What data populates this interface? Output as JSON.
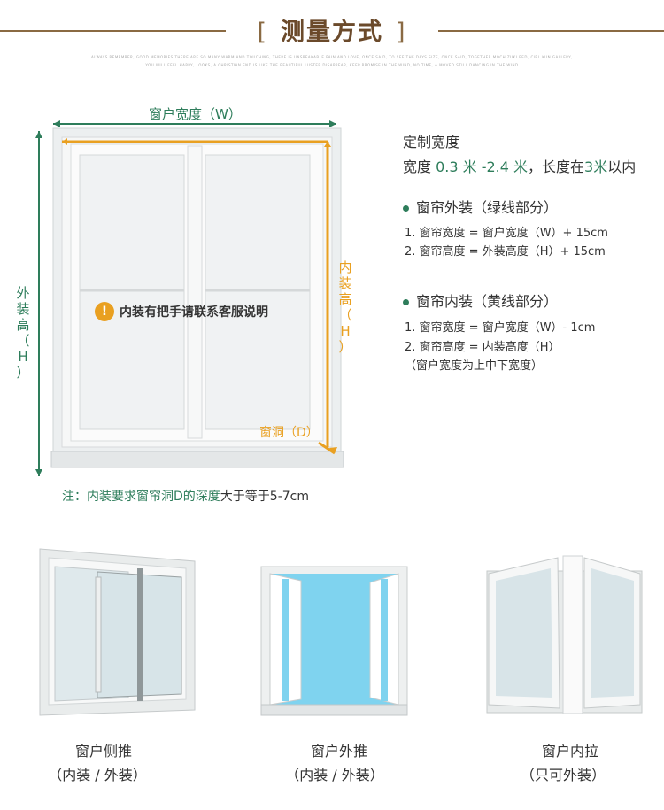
{
  "header": {
    "title": "测量方式",
    "bracket_left": "[",
    "bracket_right": "]",
    "tagline_1": "ALWAYS REMEMBER, GOOD MEMORIES THERE ARE SO MANY WARM AND TOUCHING, THERE IS UNSPEAKABLE PAIN AND LOVE, ONCE SAID, TO SEE THE DAYS SIZE, ONCE SAID, TOGETHER MOCHIZUKI BED, CIRL KUN GALLERY,",
    "tagline_2": "YOU WILL FEEL HAPPY, LOOKS, A CHRISTIAN END IS LIKE THE BEAUTIFUL LUSTER DISAPPEAR, KEEP PROMISE IN THE WIND, NO TIME, A MOVED STILL DANCING IN THE WIND"
  },
  "diagram": {
    "width_label": "窗户宽度（W）",
    "outer_height_label": [
      "外",
      "装",
      "高",
      "（",
      "H",
      "）"
    ],
    "inner_height_label": [
      "内",
      "装",
      "高",
      "（",
      "H",
      "）"
    ],
    "hole_label": "窗洞（D）",
    "warning_icon": "!",
    "warning_text": "内装有把手请联系客服说明",
    "note_prefix": "注：内装要求窗帘洞D的",
    "note_highlight": "深度",
    "note_suffix": "大于等于5-7cm"
  },
  "spec": {
    "custom_width_title": "定制宽度",
    "width_prefix": "宽度 ",
    "width_range": "0.3 米 -2.4 米",
    "width_mid": "，长度在",
    "length_value": "3米",
    "width_suffix": "以内",
    "outer_title": "窗帘外装（绿线部分）",
    "outer_line1": "1. 窗帘宽度 = 窗户宽度（W）+ 15cm",
    "outer_line2": "2. 窗帘高度 = 外装高度（H）+ 15cm",
    "inner_title": "窗帘内装（黄线部分）",
    "inner_line1": "1. 窗帘宽度 = 窗户宽度（W）- 1cm",
    "inner_line2": "2. 窗帘高度 = 内装高度（H）",
    "inner_line3": "（窗户宽度为上中下宽度）"
  },
  "windows": [
    {
      "name": "窗户侧推",
      "install": "（内装 / 外装）"
    },
    {
      "name": "窗户外推",
      "install": "（内装 / 外装）"
    },
    {
      "name": "窗户内拉",
      "install": "（只可外装）"
    }
  ],
  "colors": {
    "green": "#2e7d5b",
    "orange": "#e9a021",
    "brown": "#6b4a2b"
  }
}
